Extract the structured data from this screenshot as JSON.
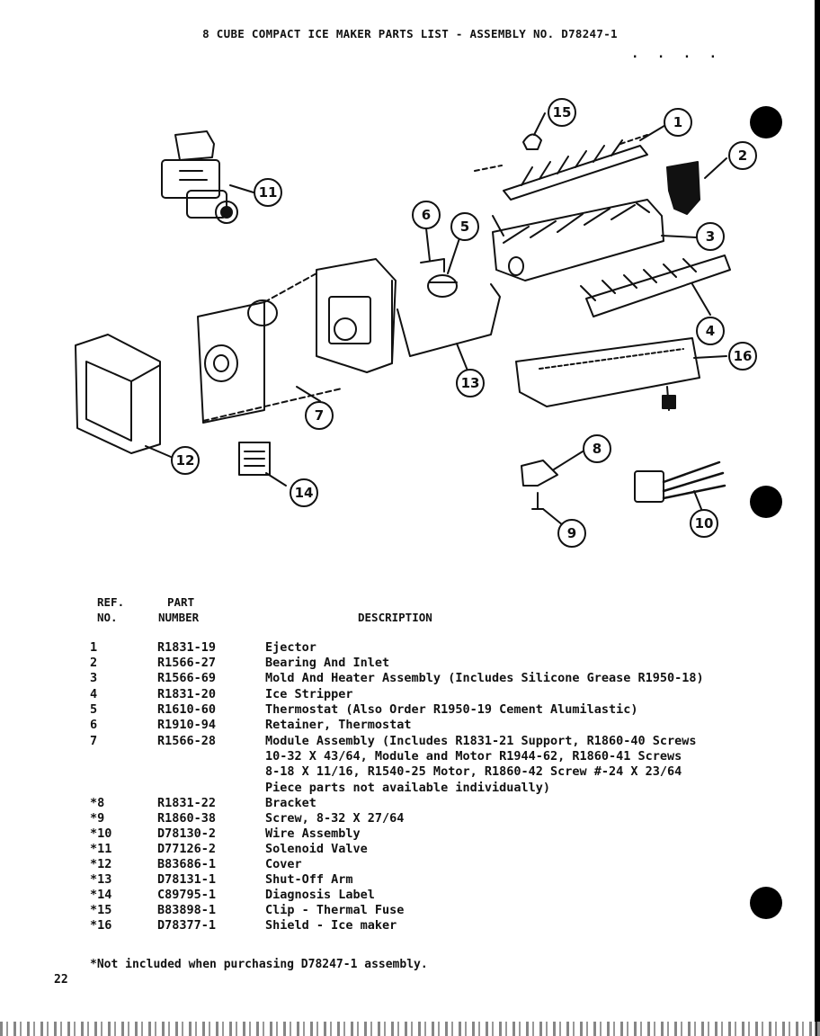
{
  "title": "8 CUBE COMPACT ICE MAKER PARTS LIST - ASSEMBLY NO. D78247-1",
  "dots": ". . . .",
  "callouts": [
    "1",
    "2",
    "3",
    "4",
    "5",
    "6",
    "7",
    "8",
    "9",
    "10",
    "11",
    "12",
    "13",
    "14",
    "15",
    "16"
  ],
  "headers": {
    "ref_line1": "REF.",
    "ref_line2": "NO.",
    "part_line1": "PART",
    "part_line2": "NUMBER",
    "description": "DESCRIPTION"
  },
  "parts": [
    {
      "ref": "1",
      "part": "R1831-19",
      "desc": "Ejector"
    },
    {
      "ref": "2",
      "part": "R1566-27",
      "desc": "Bearing And Inlet"
    },
    {
      "ref": "3",
      "part": "R1566-69",
      "desc": "Mold And Heater Assembly (Includes Silicone Grease R1950-18)"
    },
    {
      "ref": "4",
      "part": "R1831-20",
      "desc": "Ice Stripper"
    },
    {
      "ref": "5",
      "part": "R1610-60",
      "desc": "Thermostat (Also Order R1950-19 Cement Alumilastic)"
    },
    {
      "ref": "6",
      "part": "R1910-94",
      "desc": "Retainer, Thermostat"
    },
    {
      "ref": "7",
      "part": "R1566-28",
      "desc": "Module Assembly (Includes R1831-21 Support, R1860-40 Screws",
      "cont": [
        "10-32 X 43/64, Module and Motor R1944-62, R1860-41 Screws",
        "8-18 X 11/16, R1540-25 Motor, R1860-42 Screw #-24 X 23/64",
        "Piece parts not available individually)"
      ]
    },
    {
      "ref": "*8",
      "part": "R1831-22",
      "desc": "Bracket"
    },
    {
      "ref": "*9",
      "part": "R1860-38",
      "desc": "Screw, 8-32 X 27/64"
    },
    {
      "ref": "*10",
      "part": "D78130-2",
      "desc": "Wire Assembly"
    },
    {
      "ref": "*11",
      "part": "D77126-2",
      "desc": "Solenoid Valve"
    },
    {
      "ref": "*12",
      "part": "B83686-1",
      "desc": "Cover"
    },
    {
      "ref": "*13",
      "part": "D78131-1",
      "desc": "Shut-Off Arm"
    },
    {
      "ref": "*14",
      "part": "C89795-1",
      "desc": "Diagnosis Label"
    },
    {
      "ref": "*15",
      "part": "B83898-1",
      "desc": "Clip - Thermal Fuse"
    },
    {
      "ref": "*16",
      "part": "D78377-1",
      "desc": "Shield - Ice maker"
    }
  ],
  "footnote": "*Not included when purchasing D78247-1 assembly.",
  "page_number": "22"
}
